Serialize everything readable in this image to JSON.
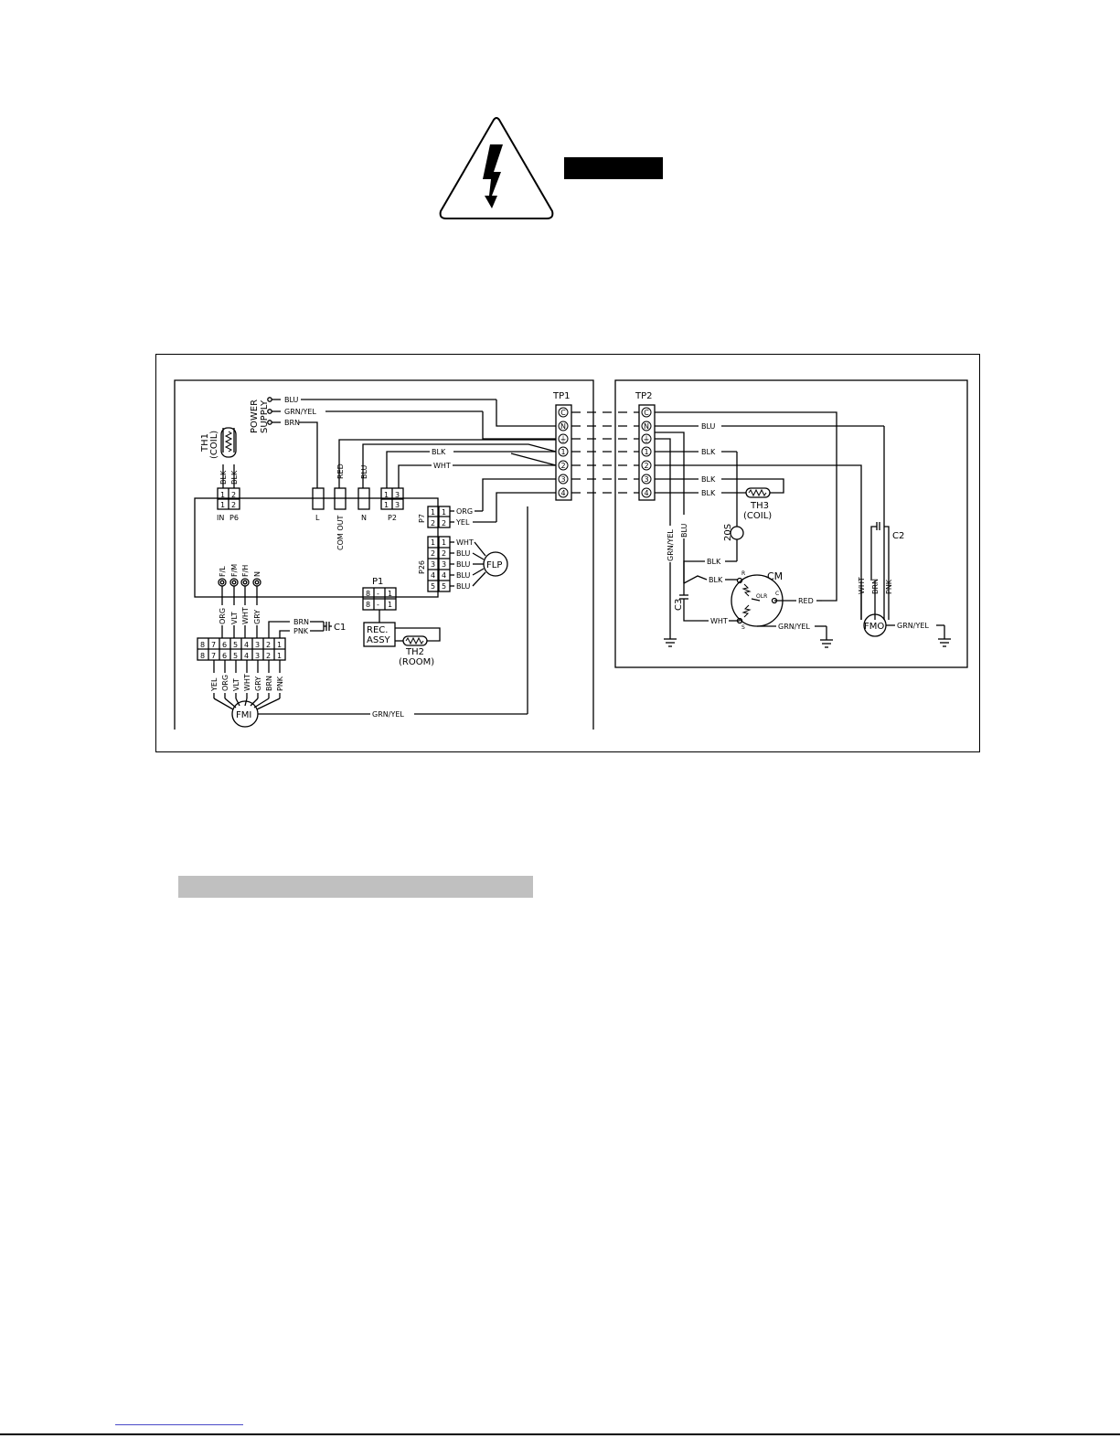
{
  "warning": {
    "icon": "high-voltage-warning-icon",
    "label_bar": "redacted-black-label"
  },
  "section_bar": {
    "color": "#c0c0c0"
  },
  "diagram": {
    "indoor": {
      "power_supply_label": [
        "POWER",
        "SUPPLY"
      ],
      "power_wires": [
        "BLU",
        "GRN/YEL",
        "BRN"
      ],
      "th1_label": "TH1",
      "th1_sub": "(COIL)",
      "th1_wires": [
        "BLK",
        "BLK"
      ],
      "p6_label": "P6",
      "p6_in": "IN",
      "p6_pins": [
        "1",
        "2"
      ],
      "relay_labels": [
        "L",
        "COM OUT",
        "N"
      ],
      "relay_wires": [
        "RED",
        "BLU"
      ],
      "p2_label": "P2",
      "p2_pins": [
        "1",
        "3"
      ],
      "p7_label": "P7",
      "p7_wires": [
        "ORG",
        "YEL"
      ],
      "p26_label": "P26",
      "p26_wires": [
        "WHT",
        "BLU",
        "BLU",
        "BLU",
        "BLU"
      ],
      "flp_label": "FLP",
      "speed_labels": [
        "F/L",
        "F/M",
        "F/H",
        "N"
      ],
      "speed_wires": [
        "ORG",
        "VLT",
        "WHT",
        "GRY"
      ],
      "p1_label": "P1",
      "p1_pins": [
        "8",
        "-",
        "1"
      ],
      "rec_line1": "REC.",
      "rec_line2": "ASSY",
      "th2_label": "TH2",
      "th2_sub": "(ROOM)",
      "c1_label": "C1",
      "c1_wires": [
        "BRN",
        "PNK"
      ],
      "fmi_connector_pins": [
        "8",
        "7",
        "6",
        "5",
        "4",
        "3",
        "2",
        "1"
      ],
      "fmi_wires": [
        "YEL",
        "ORG",
        "VLT",
        "WHT",
        "GRY",
        "BRN",
        "PNK"
      ],
      "fmi_label": "FMI",
      "fmi_ground": "GRN/YEL",
      "tp1_label": "TP1",
      "tp1_wires": [
        "BLK",
        "WHT"
      ]
    },
    "terminal_marks": [
      "C",
      "N",
      "⏚",
      "1",
      "2",
      "3",
      "4"
    ],
    "outdoor": {
      "tp2_label": "TP2",
      "wire_blu": "BLU",
      "wire_blk1": "BLK",
      "wire_blk3": "BLK",
      "wire_blk4": "BLK",
      "th3_label": "TH3",
      "th3_sub": "(COIL)",
      "ground_wire_1": "GRN/YEL",
      "ground_wire_2": "BLU",
      "s20_label": "20S",
      "s20_wire": "BLK",
      "c3_label": "C3",
      "cm_label": "CM",
      "cm_pins": [
        "R",
        "S",
        "C"
      ],
      "olr_label": "OLR",
      "cm_blk": "BLK",
      "cm_wht": "WHT",
      "cm_red": "RED",
      "cm_ground": "GRN/YEL",
      "c2_label": "C2",
      "fmo_wires": [
        "WHT",
        "BRN",
        "PNK"
      ],
      "fmo_label": "FMO",
      "fmo_ground": "GRN/YEL"
    }
  }
}
